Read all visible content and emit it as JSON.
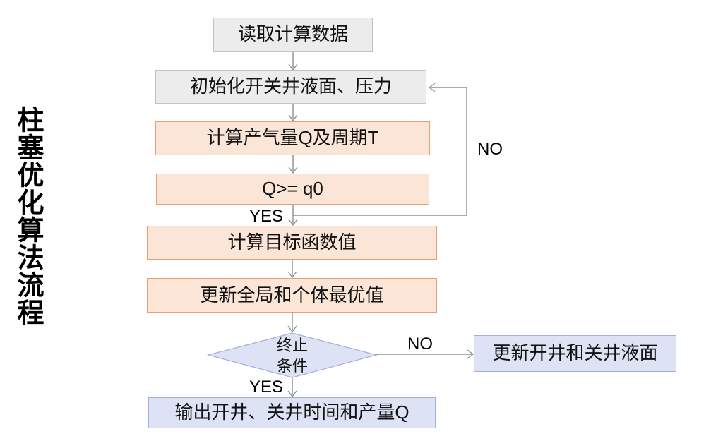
{
  "page": {
    "background": "#ffffff"
  },
  "title": {
    "text": "柱塞优化算法流程"
  },
  "flow": {
    "nodes": [
      {
        "id": "read-data",
        "shape": "rect",
        "style": "gray",
        "label": "读取计算数据"
      },
      {
        "id": "init-levels-pressure",
        "shape": "rect",
        "style": "gray",
        "label": "初始化开关井液面、压力"
      },
      {
        "id": "calc-gas-period",
        "shape": "rect",
        "style": "orange",
        "label": "计算产气量Q及周期T"
      },
      {
        "id": "q-threshold-check",
        "shape": "rect",
        "style": "orange",
        "label": "Q>= q0"
      },
      {
        "id": "calc-objective",
        "shape": "rect",
        "style": "orange",
        "label": "计算目标函数值"
      },
      {
        "id": "update-best",
        "shape": "rect",
        "style": "orange",
        "label": "更新全局和个体最优值"
      },
      {
        "id": "termination-condition",
        "shape": "diamond",
        "style": "blue",
        "label": "终止条件",
        "line1": "终止",
        "line2": "条件"
      },
      {
        "id": "update-open-close-levels",
        "shape": "rect",
        "style": "blue",
        "label": "更新开井和关井液面"
      },
      {
        "id": "output-results",
        "shape": "rect",
        "style": "blue",
        "label": "输出开井、关井时间和产量Q"
      }
    ],
    "edge_labels": {
      "no_loop": "NO",
      "yes_q": "YES",
      "no_terminate": "NO",
      "yes_terminate": "YES"
    },
    "colors": {
      "page_bg": "#ffffff",
      "gray_fill": "#ececec",
      "gray_border": "#c2c2c2",
      "orange_fill": "#fbe5d6",
      "orange_border": "#e8a070",
      "blue_fill": "#dde3f5",
      "blue_border": "#a2afdb",
      "connector": "#8f8f8f",
      "text": "#111111"
    }
  }
}
